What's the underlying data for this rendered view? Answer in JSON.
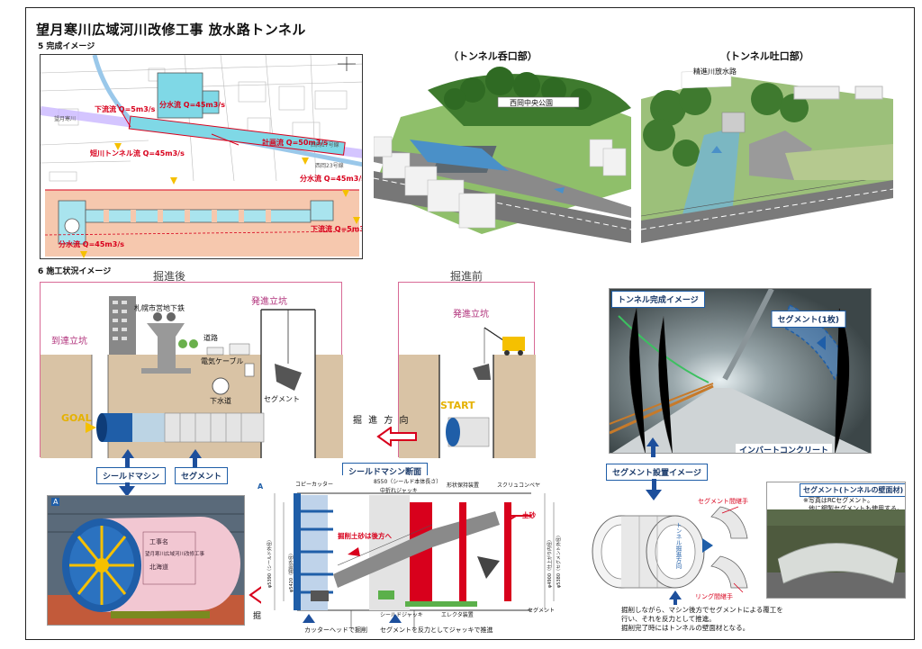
{
  "title": "望月寒川広域河川改修工事 放水路トンネル",
  "section5": "5 完成イメージ",
  "section6": "6 施工状況イメージ",
  "plan": {
    "labels": [
      "分水流 Q=45m3/s",
      "下流流 Q=5m3/s",
      "計画流 Q=50m3/s",
      "短川トンネル流 Q=45m3/s",
      "分水流 Q=45m3/s",
      "下流流 Q=5m3/s",
      "分水流 Q=45m3/s"
    ],
    "streets": [
      "西岡17号線",
      "望月寒川",
      "西岡23号線"
    ]
  },
  "views": {
    "inlet": "（トンネル呑口部）",
    "outlet": "（トンネル吐口部）",
    "park": "西岡中央公園",
    "river": "精進川放水路"
  },
  "after": {
    "title": "掘進後",
    "arrival_shaft": "到達立坑",
    "launch_shaft": "発進立坑",
    "subway": "札幌市営地下鉄",
    "road": "道路",
    "cable": "電気ケーブル",
    "sewer": "下水道",
    "segment": "セグメント",
    "goal": "GOAL"
  },
  "before": {
    "title": "掘進前",
    "launch_shaft": "発進立坑",
    "start": "START"
  },
  "direction": "掘 進 方 向",
  "tags": {
    "shield": "シールドマシン",
    "segment": "セグメント",
    "cross": "シールドマシン断面",
    "complete": "トンネル完成イメージ",
    "install": "セグメント設置イメージ",
    "segment_one": "セグメント(1枚)",
    "invert": "インバートコンクリート"
  },
  "section": {
    "copy_cutter": "コピーカッター",
    "length": "8550（シールド本体長さ）",
    "mid_jack": "中折れジャッキ",
    "erector_hold": "形状保持装置",
    "screw": "スクリュコンベヤ",
    "soil_back": "掘削土砂は後方へ",
    "soil": "土砂",
    "shield_jack": "シールドジャッキ",
    "erector": "エレクタ装置",
    "seg": "セグメント",
    "cutter_caption": "カッターヘッドで掘削",
    "push_caption": "セグメントを反力としてジャッキで推進",
    "dim1": "φ5420（掘削外径）",
    "dim2": "φ5390（シールド外径）",
    "dim3": "φ4900（仕上がり内径）",
    "dim4": "φ5380（セグメント外径）",
    "marker": "A"
  },
  "photo": {
    "marker": "A",
    "direction": "掘進方向",
    "plate1": "工事名",
    "plate2": "望月寒川広域河川改修工事",
    "plate3": "北海道"
  },
  "segment_info": {
    "title": "セグメント(トンネルの壁面材)",
    "note1": "※写真はRCセグメント。",
    "note2": "他に鋼製セグメントも使用する。",
    "joint1": "セグメント間継手",
    "joint2": "リング間継手",
    "diagram": "トンネル掘進方向",
    "caption1": "掘削しながら、マシン後方でセグメントによる覆工を",
    "caption2": "行い、それを反力として推進。",
    "caption3": "掘削完了時にはトンネルの壁面材となる。"
  },
  "colors": {
    "accent": "#1d4f9c",
    "red": "#d8001c",
    "pink": "#d86a96",
    "yellow": "#e5b100"
  }
}
